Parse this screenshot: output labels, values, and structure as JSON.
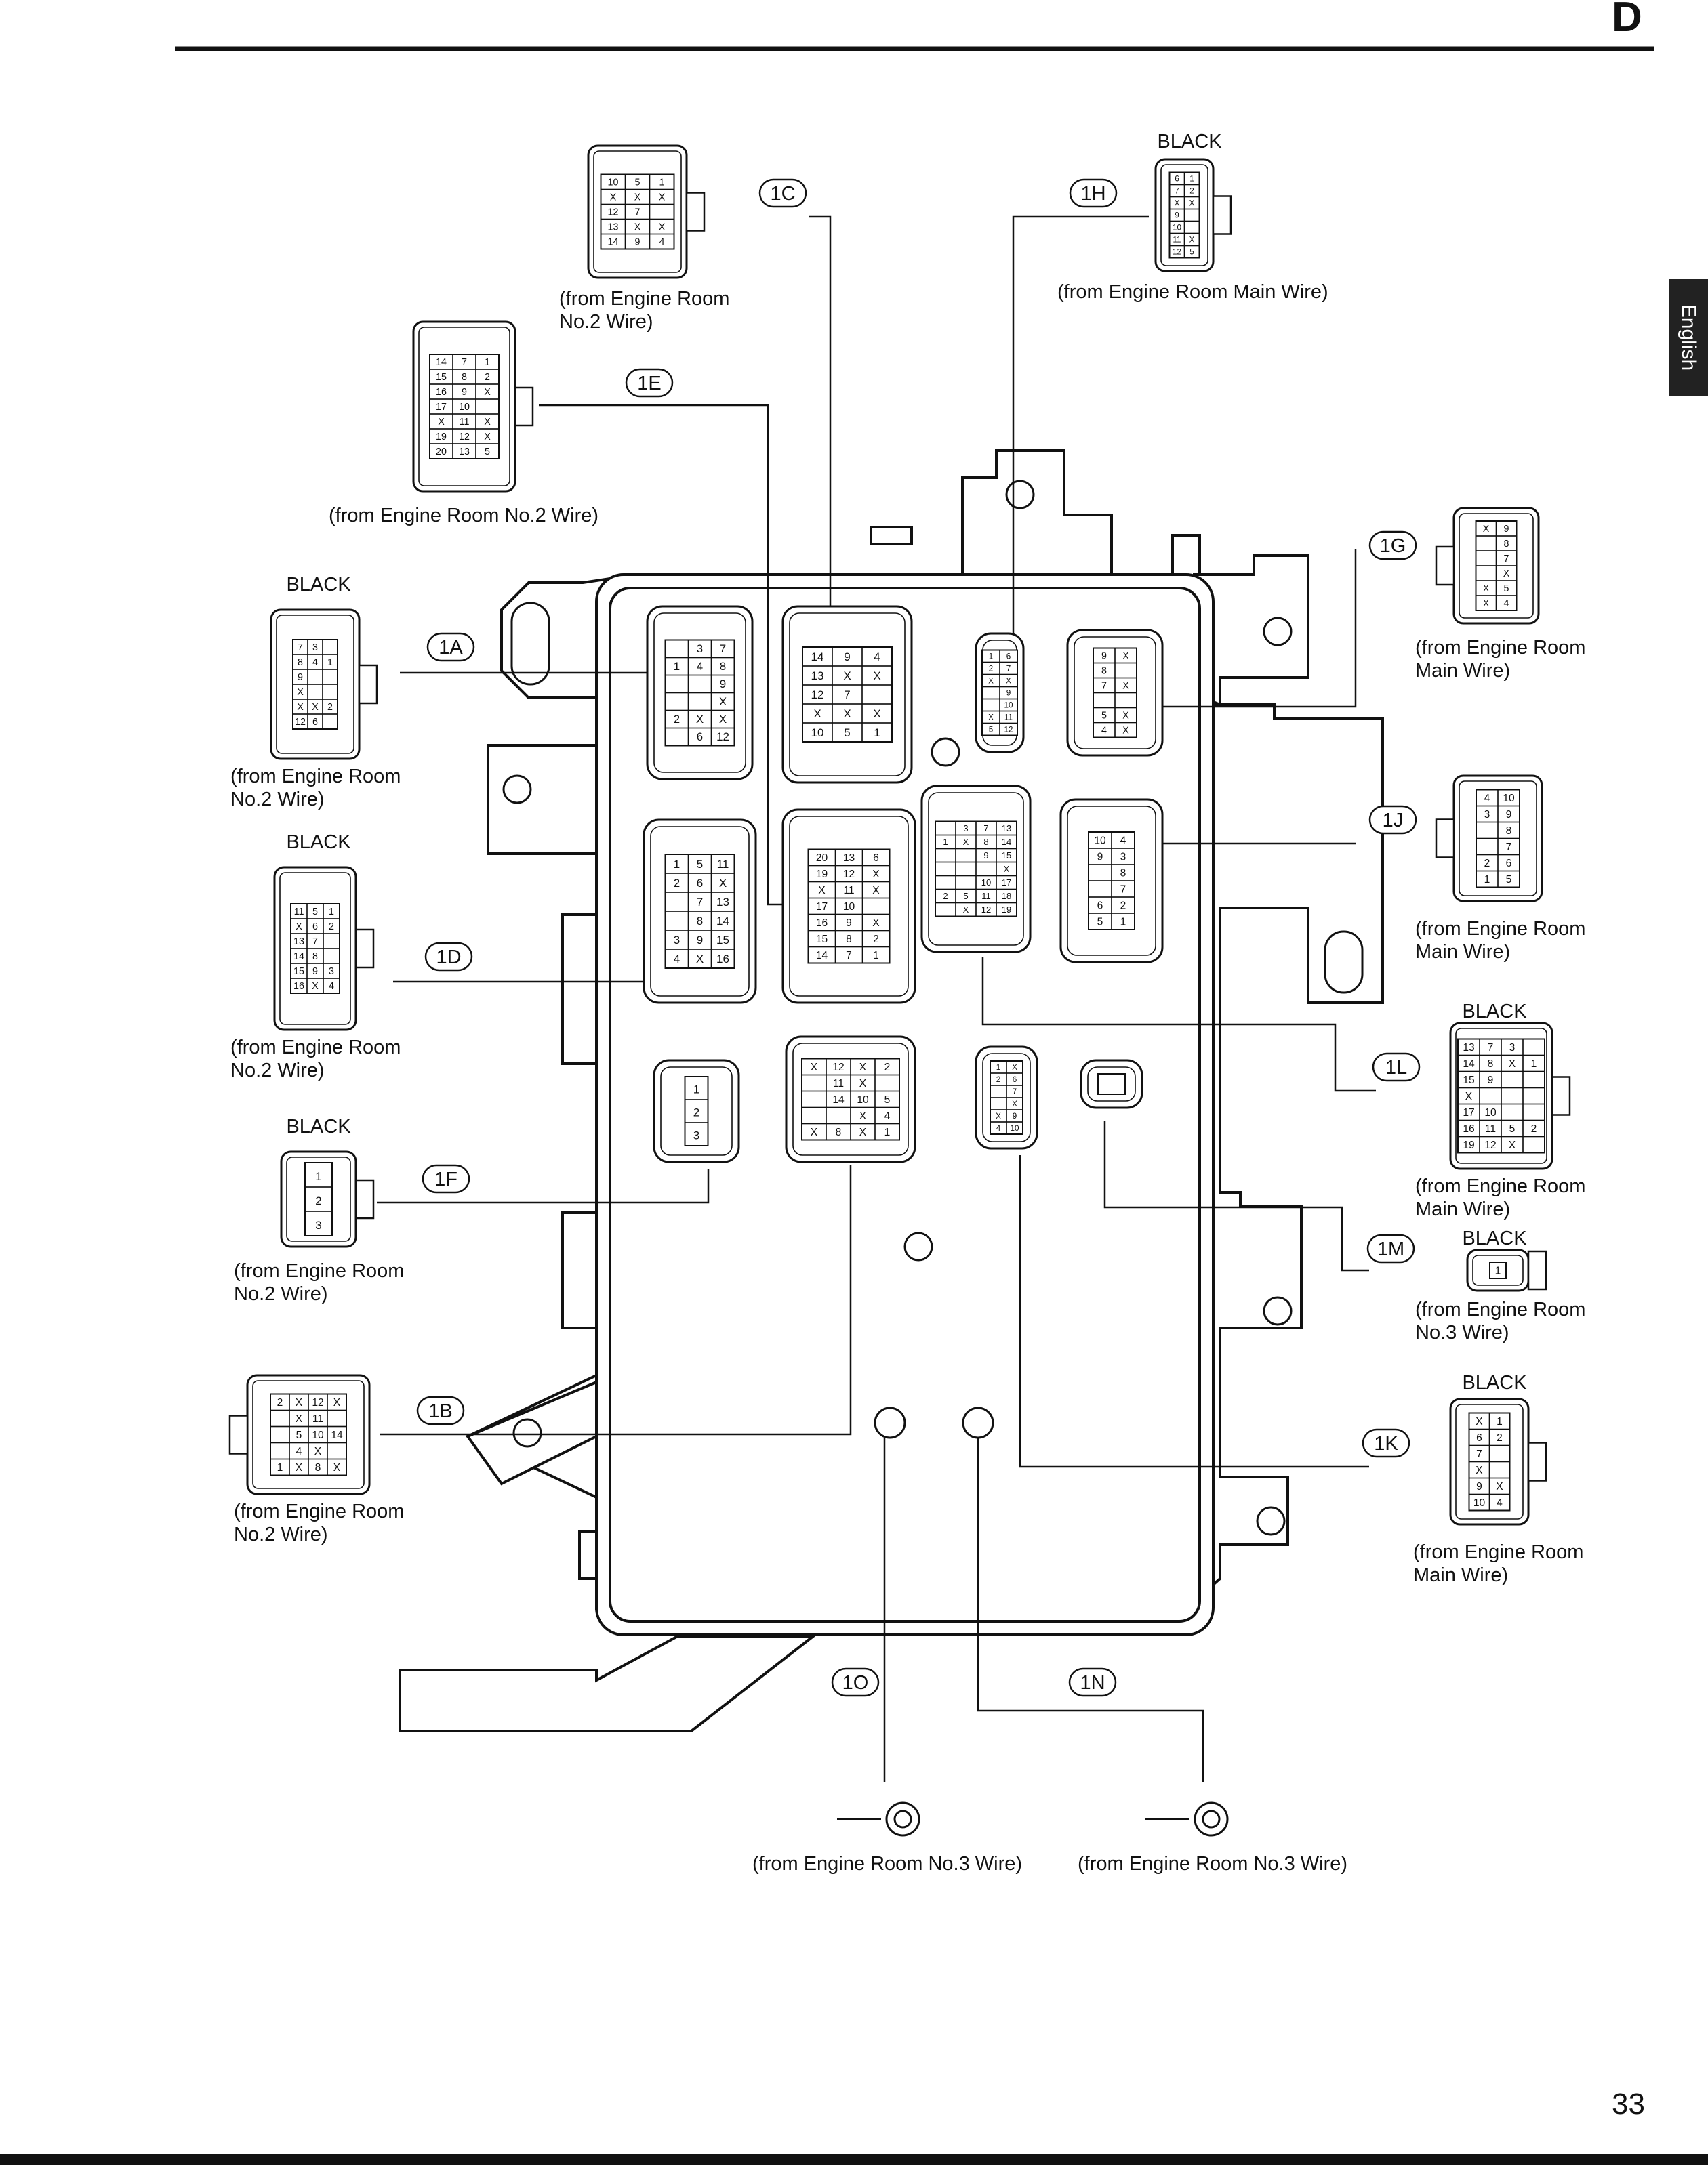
{
  "header": {
    "section_letter": "D"
  },
  "side_tab": {
    "label": "English"
  },
  "footer": {
    "page_number": "33"
  },
  "connectors": [
    {
      "id": "1A",
      "color_label": "BLACK",
      "source_lines": [
        "(from Engine Room",
        "No.2 Wire)"
      ],
      "grid": [
        [
          "7",
          "3",
          ""
        ],
        [
          "8",
          "4",
          "1"
        ],
        [
          "9",
          "",
          ""
        ],
        [
          "X",
          "",
          ""
        ],
        [
          "X",
          "X",
          "2"
        ],
        [
          "12",
          "6",
          ""
        ]
      ]
    },
    {
      "id": "1B",
      "color_label": "",
      "source_lines": [
        "(from Engine Room",
        "No.2 Wire)"
      ],
      "grid": [
        [
          "2",
          "X",
          "12",
          "X"
        ],
        [
          "",
          "X",
          "11",
          ""
        ],
        [
          "",
          "5",
          "10",
          "14"
        ],
        [
          "",
          "4",
          "X",
          ""
        ],
        [
          "1",
          "X",
          "8",
          "X"
        ]
      ]
    },
    {
      "id": "1C",
      "color_label": "",
      "source_lines": [
        "(from Engine Room",
        "No.2 Wire)"
      ],
      "grid": [
        [
          "10",
          "5",
          "1"
        ],
        [
          "X",
          "X",
          "X"
        ],
        [
          "12",
          "7",
          ""
        ],
        [
          "13",
          "X",
          "X"
        ],
        [
          "14",
          "9",
          "4"
        ]
      ]
    },
    {
      "id": "1D",
      "color_label": "BLACK",
      "source_lines": [
        "(from Engine Room",
        "No.2 Wire)"
      ],
      "grid": [
        [
          "11",
          "5",
          "1"
        ],
        [
          "X",
          "6",
          "2"
        ],
        [
          "13",
          "7",
          ""
        ],
        [
          "14",
          "8",
          ""
        ],
        [
          "15",
          "9",
          "3"
        ],
        [
          "16",
          "X",
          "4"
        ]
      ]
    },
    {
      "id": "1E",
      "color_label": "",
      "source_lines": [
        "(from Engine Room No.2 Wire)"
      ],
      "grid": [
        [
          "14",
          "7",
          "1"
        ],
        [
          "15",
          "8",
          "2"
        ],
        [
          "16",
          "9",
          "X"
        ],
        [
          "17",
          "10",
          ""
        ],
        [
          "X",
          "11",
          "X"
        ],
        [
          "19",
          "12",
          "X"
        ],
        [
          "20",
          "13",
          "5"
        ]
      ]
    },
    {
      "id": "1F",
      "color_label": "BLACK",
      "source_lines": [
        "(from Engine Room",
        "No.2 Wire)"
      ],
      "grid": [
        [
          "1"
        ],
        [
          "2"
        ],
        [
          "3"
        ]
      ]
    },
    {
      "id": "1G",
      "color_label": "",
      "source_lines": [
        "(from Engine Room",
        "Main Wire)"
      ],
      "grid": [
        [
          "X",
          "9"
        ],
        [
          "",
          "8"
        ],
        [
          "",
          "7"
        ],
        [
          "",
          "X"
        ],
        [
          "X",
          "5"
        ],
        [
          "X",
          "4"
        ]
      ]
    },
    {
      "id": "1H",
      "color_label": "BLACK",
      "source_lines": [
        "(from Engine Room Main Wire)"
      ],
      "grid": [
        [
          "6",
          "1"
        ],
        [
          "7",
          "2"
        ],
        [
          "X",
          "X"
        ],
        [
          "9",
          ""
        ],
        [
          "10",
          ""
        ],
        [
          "11",
          "X"
        ],
        [
          "12",
          "5"
        ]
      ]
    },
    {
      "id": "1J",
      "color_label": "",
      "source_lines": [
        "(from Engine Room",
        "Main Wire)"
      ],
      "grid": [
        [
          "4",
          "10"
        ],
        [
          "3",
          "9"
        ],
        [
          "",
          "8"
        ],
        [
          "",
          "7"
        ],
        [
          "2",
          "6"
        ],
        [
          "1",
          "5"
        ]
      ]
    },
    {
      "id": "1K",
      "color_label": "BLACK",
      "source_lines": [
        "(from Engine Room",
        "Main Wire)"
      ],
      "grid": [
        [
          "X",
          "1"
        ],
        [
          "6",
          "2"
        ],
        [
          "7",
          ""
        ],
        [
          "X",
          ""
        ],
        [
          "9",
          "X"
        ],
        [
          "10",
          "4"
        ]
      ]
    },
    {
      "id": "1L",
      "color_label": "BLACK",
      "source_lines": [
        "(from Engine Room",
        "Main Wire)"
      ],
      "grid": [
        [
          "13",
          "7",
          "3",
          ""
        ],
        [
          "14",
          "8",
          "X",
          "1"
        ],
        [
          "15",
          "9",
          "",
          ""
        ],
        [
          "X",
          "",
          "",
          ""
        ],
        [
          "17",
          "10",
          "",
          ""
        ],
        [
          "16",
          "11",
          "5",
          "2"
        ],
        [
          "19",
          "12",
          "X",
          ""
        ]
      ]
    },
    {
      "id": "1M",
      "color_label": "BLACK",
      "source_lines": [
        "(from Engine Room",
        "No.3 Wire)"
      ],
      "grid": [
        [
          "1"
        ]
      ]
    },
    {
      "id": "1N",
      "color_label": "",
      "source_lines": [
        "(from Engine Room No.3 Wire)"
      ],
      "grid": []
    },
    {
      "id": "1O",
      "color_label": "",
      "source_lines": [
        "(from Engine Room No.3 Wire)"
      ],
      "grid": []
    }
  ],
  "block_sockets": [
    {
      "grid": [
        [
          "",
          "3",
          "7"
        ],
        [
          "1",
          "4",
          "8"
        ],
        [
          "",
          "",
          "9"
        ],
        [
          "",
          "",
          "X"
        ],
        [
          "2",
          "X",
          "X"
        ],
        [
          "",
          "6",
          "12"
        ]
      ]
    },
    {
      "grid": [
        [
          "14",
          "9",
          "4"
        ],
        [
          "13",
          "X",
          "X"
        ],
        [
          "12",
          "7",
          ""
        ],
        [
          "X",
          "X",
          "X"
        ],
        [
          "10",
          "5",
          "1"
        ]
      ]
    },
    {
      "grid": [
        [
          "1",
          "6"
        ],
        [
          "2",
          "7"
        ],
        [
          "X",
          "X"
        ],
        [
          "",
          "9"
        ],
        [
          "",
          "10"
        ],
        [
          "X",
          "11"
        ],
        [
          "5",
          "12"
        ]
      ]
    },
    {
      "grid": [
        [
          "9",
          "X"
        ],
        [
          "8",
          ""
        ],
        [
          "7",
          "X"
        ],
        [
          "",
          ""
        ],
        [
          "5",
          "X"
        ],
        [
          "4",
          "X"
        ]
      ]
    },
    {
      "grid": [
        [
          "1",
          "5",
          "11"
        ],
        [
          "2",
          "6",
          "X"
        ],
        [
          "",
          "7",
          "13"
        ],
        [
          "",
          "8",
          "14"
        ],
        [
          "3",
          "9",
          "15"
        ],
        [
          "4",
          "X",
          "16"
        ]
      ]
    },
    {
      "grid": [
        [
          "20",
          "13",
          "6"
        ],
        [
          "19",
          "12",
          "X"
        ],
        [
          "X",
          "11",
          "X"
        ],
        [
          "17",
          "10",
          ""
        ],
        [
          "16",
          "9",
          "X"
        ],
        [
          "15",
          "8",
          "2"
        ],
        [
          "14",
          "7",
          "1"
        ]
      ]
    },
    {
      "grid": [
        [
          "",
          "3",
          "7",
          "13"
        ],
        [
          "1",
          "X",
          "8",
          "14"
        ],
        [
          "",
          "",
          "9",
          "15"
        ],
        [
          "",
          "",
          "",
          "X"
        ],
        [
          "",
          "",
          "10",
          "17"
        ],
        [
          "2",
          "5",
          "11",
          "18"
        ],
        [
          "",
          "X",
          "12",
          "19"
        ]
      ]
    },
    {
      "grid": [
        [
          "10",
          "4"
        ],
        [
          "9",
          "3"
        ],
        [
          "",
          "8"
        ],
        [
          "",
          "7"
        ],
        [
          "6",
          "2"
        ],
        [
          "5",
          "1"
        ]
      ]
    },
    {
      "grid": [
        [
          "1"
        ],
        [
          "2"
        ],
        [
          "3"
        ]
      ]
    },
    {
      "grid": [
        [
          "X",
          "12",
          "X",
          "2"
        ],
        [
          "",
          "11",
          "X",
          ""
        ],
        [
          "",
          "14",
          "10",
          "5"
        ],
        [
          "",
          "",
          "X",
          "4"
        ],
        [
          "X",
          "8",
          "X",
          "1"
        ]
      ]
    },
    {
      "grid": [
        [
          "1",
          "X"
        ],
        [
          "2",
          "6"
        ],
        [
          "",
          "7"
        ],
        [
          "",
          "X"
        ],
        [
          "X",
          "9"
        ],
        [
          "4",
          "10"
        ]
      ]
    },
    {
      "grid": []
    }
  ]
}
